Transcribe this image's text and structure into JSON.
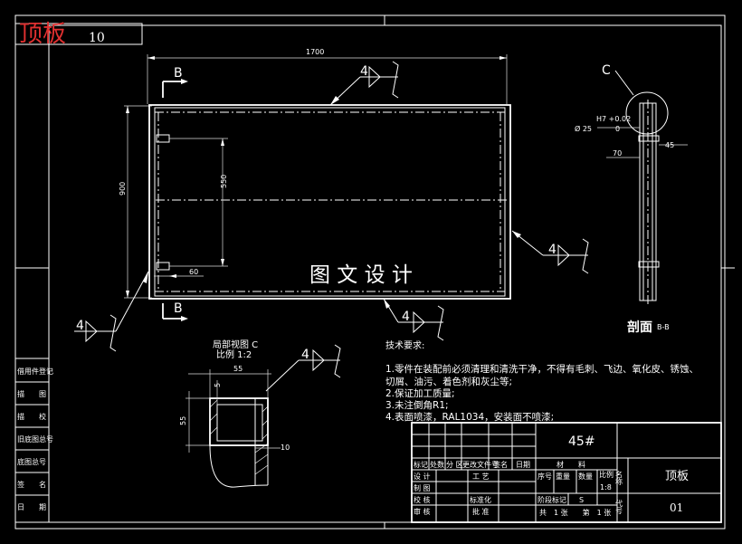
{
  "title_corner": {
    "name": "顶板",
    "code": "10"
  },
  "main_view": {
    "dim_length": "1700",
    "dim_height": "900",
    "dim_inner": "550",
    "dim_offset": "60",
    "section_mark": "B",
    "weld_symbol": "4",
    "watermark": "图 文 设 计"
  },
  "detail_c": {
    "label": "C",
    "fit": "H7 +0.02",
    "fit_low": "0",
    "diameter": "Ø 25",
    "dim_45": "45",
    "dim_70": "70",
    "section_title": "剖面",
    "section_ref": "B-B"
  },
  "local_view": {
    "title": "局部视图 C",
    "scale": "比例 1:2",
    "dim_55_h": "55",
    "dim_55_v": "55",
    "dim_5": "5",
    "dim_10": "10",
    "weld_symbol": "4"
  },
  "tech_req": {
    "heading": "技术要求:",
    "items": [
      "1.零件在装配前必须清理和清洗干净，不得有毛刺、飞边、氧化皮、锈蚀、",
      "切屑、油污、着色剂和灰尘等;",
      "2.保证加工质量;",
      "3.未注倒角R1;",
      "4.表面喷漆，RAL1034，安装面不喷漆;"
    ]
  },
  "left_strip": [
    "借用件登记",
    "描　　图",
    "描　　校",
    "旧底图总号",
    "底图总号",
    "签　　名",
    "日　　期"
  ],
  "title_block": {
    "material": "45#",
    "part_name": "顶板",
    "part_code": "01",
    "rev_header": [
      "标记",
      "处数",
      "分 区",
      "更改文件号",
      "签名",
      "日期"
    ],
    "rows": [
      "设 计",
      "制 图",
      "校 核",
      "审 核"
    ],
    "process": "工 艺",
    "standard": "标准化",
    "approve": "批 准",
    "material_label": "材　　料",
    "seq": "序号",
    "weight": "重量",
    "qty": "数量",
    "scale_label": "比例",
    "scale": "1:8",
    "stage": "阶段标记",
    "stage_mark": "S",
    "sheets": "共　1 张　　第　1 张",
    "name_label": "名称",
    "code_label": "代号"
  }
}
